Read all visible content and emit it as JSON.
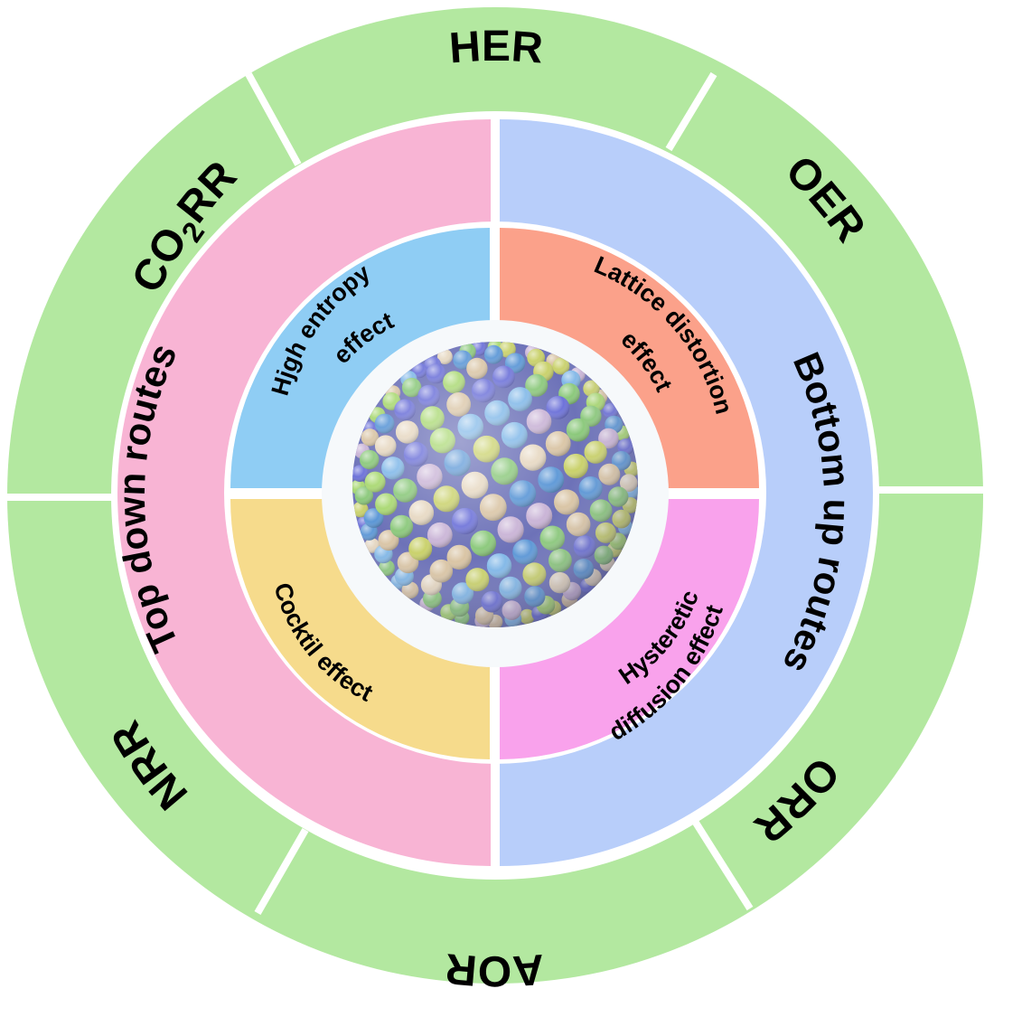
{
  "outer_ring": {
    "color": "#b3e8a0",
    "reactions": {
      "her": "HER",
      "oer": "OER",
      "orr": "ORR",
      "aor": "AOR",
      "nrr": "NRR",
      "co2rr_prefix": "CO",
      "co2rr_subscript": "2",
      "co2rr_suffix": "RR"
    }
  },
  "middle_ring": {
    "top_down": {
      "label": "Top down routes",
      "color": "#f8b4d4"
    },
    "bottom_up": {
      "label": "Bottom up routes",
      "color": "#b8cefa"
    }
  },
  "inner_ring": {
    "high_entropy": {
      "line1": "Hjgh entropy",
      "line2": "effect",
      "color": "#8fcdf4"
    },
    "lattice_distortion": {
      "line1": "Lattice distortion",
      "line2": "effect",
      "color": "#fba18a"
    },
    "cocktail": {
      "line1": "Cocktil effect",
      "color": "#f6db8c"
    },
    "hysteretic": {
      "line1": "Hysteretic",
      "line2": "diffusion effect",
      "color": "#f9a2ec"
    }
  },
  "center": {
    "particle_colors": [
      "#6a6fd8",
      "#7fb7e8",
      "#8ac87a",
      "#c9d16a",
      "#d9c4a4",
      "#c9b3d6",
      "#5a96d6",
      "#a8d870",
      "#e6d7c0"
    ]
  }
}
